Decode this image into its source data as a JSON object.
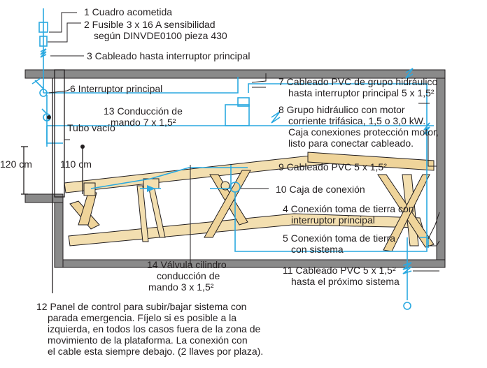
{
  "labels": {
    "l1": "1 Cuadro acometida",
    "l2a": "2 Fusible 3 x 16 A sensibilidad",
    "l2b": "según DINVDE0100 pieza 430",
    "l3": "3 Cableado hasta interruptor principal",
    "l4a": "4 Conexión toma de tierra con",
    "l4b": "interruptor principal",
    "l5a": "5 Conexión toma de tierra",
    "l5b": "con sistema",
    "l6": "6 Interruptor principal",
    "l7a": "7 Cableado PVC de grupo hidráulico",
    "l7b": "hasta interruptor principal 5 x 1,5²",
    "l8a": "8 Grupo hidráulico con motor",
    "l8b": "corriente trifásica, 1,5 o 3,0 kW.",
    "l8c": "Caja conexiones protección motor,",
    "l8d": "listo para conectar cableado.",
    "l9": "9 Cableado PVC 5 x 1,5²",
    "l10": "10 Caja de conexión",
    "l11a": "11 Cableado PVC 5 x 1,5²",
    "l11b": "hasta el próximo sistema",
    "l12a": "12 Panel de control para subir/bajar sistema con",
    "l12b": "parada emergencia. Fíjelo si es posible a la",
    "l12c": "izquierda, en todos los casos fuera de la zona de",
    "l12d": "movimiento de la plataforma. La conexión con",
    "l12e": "el cable esta siempre debajo. (2 llaves por plaza).",
    "l13a": "13 Conducción de",
    "l13b": "mando 7 x 1,5²",
    "l14a": "14 Válvula cilindro",
    "l14b": "conducción de",
    "l14c": "mando 3 x 1,5²",
    "tubo": "Tubo vacío",
    "dim120": "120 cm",
    "dim110": "110 cm"
  },
  "colors": {
    "cable": "#2aa9e0",
    "wall": "#8a8a8a",
    "platform": "#f3dfb0",
    "text": "#231f20"
  }
}
